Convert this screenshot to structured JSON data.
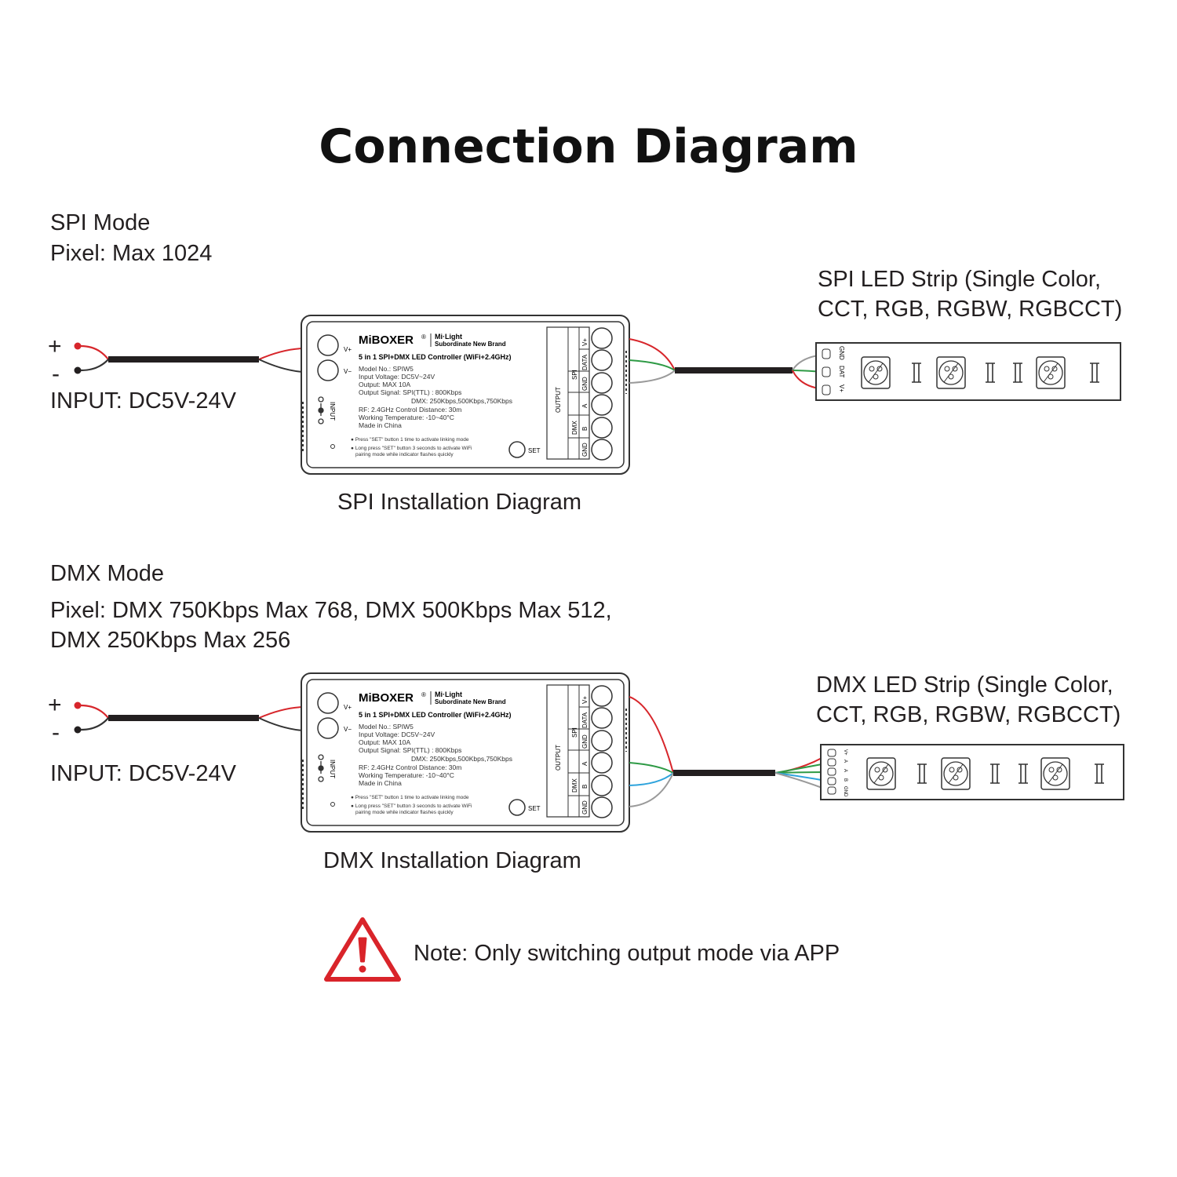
{
  "title": "Connection Diagram",
  "note": "Note: Only switching output mode via APP",
  "controller": {
    "brand": "MiBOXER",
    "reg": "®",
    "sub_brand_1": "Mi·Light",
    "sub_brand_2": "Subordinate New Brand",
    "product": "5 in 1 SPI+DMX LED Controller (WiFi+2.4GHz)",
    "specs": [
      "Model No.: SPIW5",
      "Input Voltage: DC5V~24V",
      "Output: MAX 10A",
      "Output Signal: SPI(TTL) : 800Kbps",
      "DMX: 250Kbps,500Kbps,750Kbps",
      "RF: 2.4GHz  Control Distance: 30m",
      "Working Temperature: -10~40°C",
      "Made in China"
    ],
    "notes": [
      "● Press \"SET\" button 1 time to activate linking mode",
      "● Long press \"SET\" button 3 seconds to activate WiFi",
      "pairing mode while indicator flashes quickly"
    ],
    "vplus": "V+",
    "vminus": "V−",
    "input_label": "INPUT",
    "set_label": "SET",
    "output_label": "OUTPUT",
    "spi_label": "SPI",
    "dmx_label": "DMX",
    "terminals": [
      "V+",
      "DATA",
      "GND",
      "A",
      "B",
      "GND"
    ]
  },
  "spi": {
    "mode": "SPI Mode",
    "pixel": "Pixel: Max 1024",
    "plus": "+",
    "minus": "-",
    "input": "INPUT: DC5V-24V",
    "strip_line1": "SPI LED Strip (Single Color,",
    "strip_line2": "CCT, RGB, RGBW, RGBCCT)",
    "strip_pins": [
      "GND",
      "DAT",
      "V+"
    ],
    "caption": "SPI Installation Diagram"
  },
  "dmx": {
    "mode": "DMX Mode",
    "pixel_line1": "Pixel: DMX 750Kbps Max 768, DMX 500Kbps Max 512,",
    "pixel_line2": "DMX 250Kbps Max 256",
    "plus": "+",
    "minus": "-",
    "input": "INPUT: DC5V-24V",
    "strip_line1": "DMX LED Strip (Single Color,",
    "strip_line2": "CCT, RGB, RGBW, RGBCCT)",
    "strip_pins": [
      "V+",
      "A",
      "A",
      "B",
      "GND"
    ],
    "caption": "DMX Installation Diagram"
  },
  "colors": {
    "wire_red": "#d7262b",
    "wire_green": "#2e9a45",
    "wire_blue": "#2ea3dc",
    "wire_grey": "#9a9a9a",
    "warning_red": "#d9242a"
  }
}
